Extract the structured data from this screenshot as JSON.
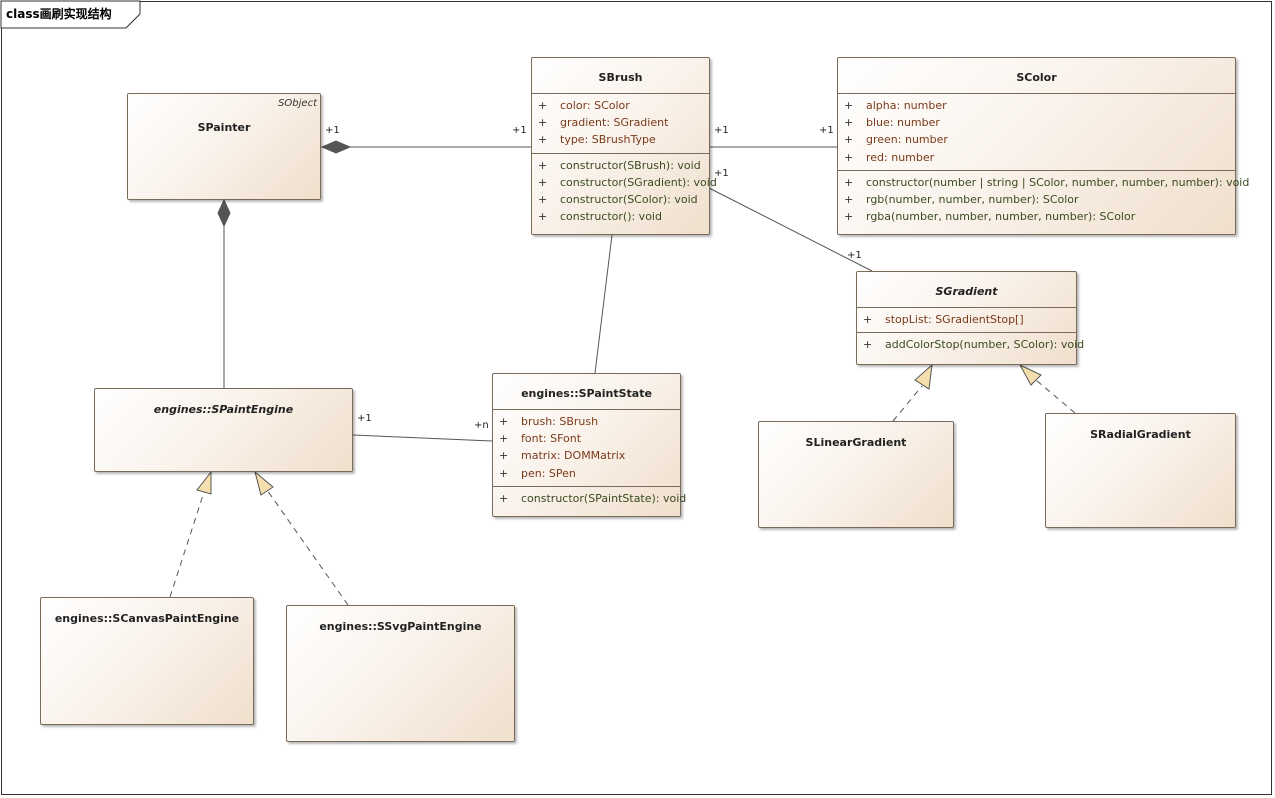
{
  "diagram": {
    "title": "class画刷实现结构"
  },
  "classes": {
    "spainter": {
      "name": "SPainter",
      "stereotype": "SObject"
    },
    "sbrush": {
      "name": "SBrush",
      "attributes": [
        {
          "vis": "+",
          "text": "color: SColor"
        },
        {
          "vis": "+",
          "text": "gradient: SGradient"
        },
        {
          "vis": "+",
          "text": "type: SBrushType"
        }
      ],
      "operations": [
        {
          "vis": "+",
          "text": "constructor(SBrush): void"
        },
        {
          "vis": "+",
          "text": "constructor(SGradient): void"
        },
        {
          "vis": "+",
          "text": "constructor(SColor): void"
        },
        {
          "vis": "+",
          "text": "constructor(): void"
        }
      ]
    },
    "scolor": {
      "name": "SColor",
      "attributes": [
        {
          "vis": "+",
          "text": "alpha: number"
        },
        {
          "vis": "+",
          "text": "blue: number"
        },
        {
          "vis": "+",
          "text": "green: number"
        },
        {
          "vis": "+",
          "text": "red: number"
        }
      ],
      "operations": [
        {
          "vis": "+",
          "text": "constructor(number | string | SColor, number, number, number): void"
        },
        {
          "vis": "+",
          "text": "rgb(number, number, number): SColor"
        },
        {
          "vis": "+",
          "text": "rgba(number, number, number, number): SColor"
        }
      ]
    },
    "sgradient": {
      "name": "SGradient",
      "attributes": [
        {
          "vis": "+",
          "text": "stopList: SGradientStop[]"
        }
      ],
      "operations": [
        {
          "vis": "+",
          "text": "addColorStop(number, SColor): void"
        }
      ]
    },
    "spaintengine": {
      "name": "engines::SPaintEngine"
    },
    "spaintstate": {
      "name": "engines::SPaintState",
      "attributes": [
        {
          "vis": "+",
          "text": "brush: SBrush"
        },
        {
          "vis": "+",
          "text": "font: SFont"
        },
        {
          "vis": "+",
          "text": "matrix: DOMMatrix"
        },
        {
          "vis": "+",
          "text": "pen: SPen"
        }
      ],
      "operations": [
        {
          "vis": "+",
          "text": "constructor(SPaintState): void"
        }
      ]
    },
    "slineargradient": {
      "name": "SLinearGradient"
    },
    "sradialgradient": {
      "name": "SRadialGradient"
    },
    "scanvaspaintengine": {
      "name": "engines::SCanvasPaintEngine"
    },
    "ssvgpaintengine": {
      "name": "engines::SSvgPaintEngine"
    }
  },
  "multiplicities": {
    "painter_brush_src": "+1",
    "painter_brush_dst": "+1",
    "brush_color_src": "+1",
    "brush_color_dst": "+1",
    "brush_gradient_src": "+1",
    "brush_gradient_dst": "+1",
    "engine_state_src": "+1",
    "engine_state_dst": "+n"
  }
}
